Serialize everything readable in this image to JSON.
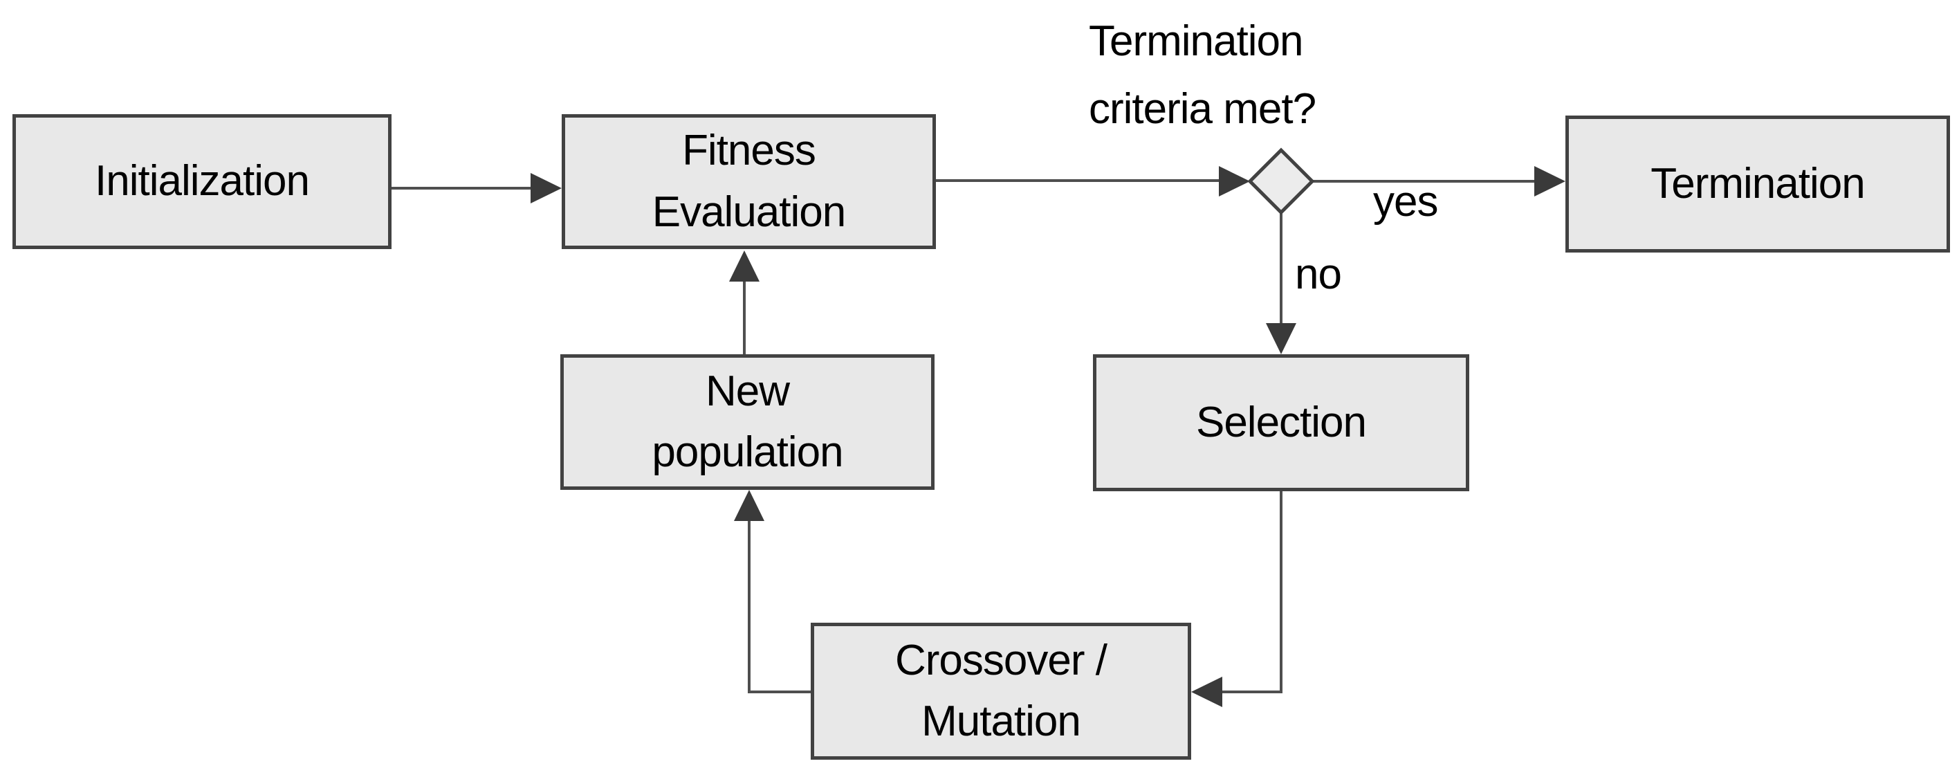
{
  "diagram": {
    "type": "flowchart",
    "subject": "Genetic algorithm loop",
    "nodes": [
      {
        "id": "initialization",
        "shape": "rect",
        "label": "Initialization"
      },
      {
        "id": "fitness-evaluation",
        "shape": "rect",
        "label": "Fitness\nEvaluation"
      },
      {
        "id": "termination",
        "shape": "rect",
        "label": "Termination"
      },
      {
        "id": "new-population",
        "shape": "rect",
        "label": "New\npopulation"
      },
      {
        "id": "selection",
        "shape": "rect",
        "label": "Selection"
      },
      {
        "id": "crossover-mutation",
        "shape": "rect",
        "label": "Crossover /\nMutation"
      },
      {
        "id": "decision",
        "shape": "diamond",
        "label": ""
      }
    ],
    "decision_label": "Termination\ncriteria met?",
    "edge_labels": {
      "yes": "yes",
      "no": "no"
    },
    "edges": [
      "initialization -> fitness-evaluation",
      "fitness-evaluation -> decision",
      "decision -yes-> termination",
      "decision -no-> selection",
      "selection -> crossover-mutation",
      "crossover-mutation -> new-population",
      "new-population -> fitness-evaluation"
    ],
    "colors": {
      "background": "#ffffff",
      "node_fill": "#e8e8e8",
      "node_border": "#424242",
      "diamond_fill": "#ececec",
      "connector": "#4f4f4f",
      "arrowhead": "#3a3a3a",
      "text": "#000000"
    }
  }
}
